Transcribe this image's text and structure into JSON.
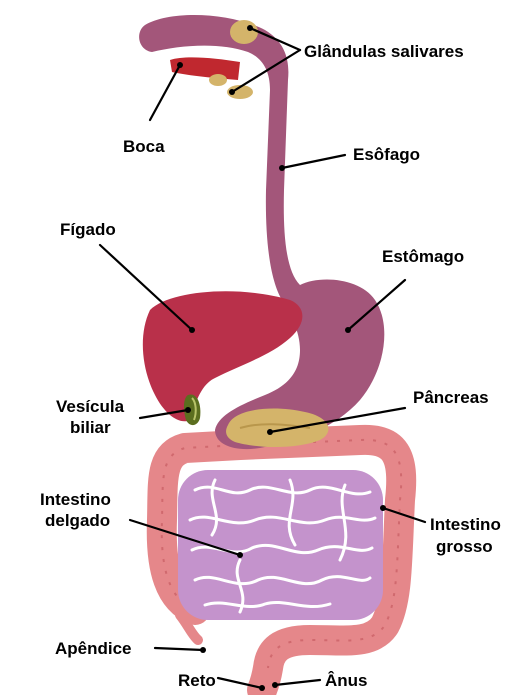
{
  "colors": {
    "esophagus_stomach": "#a3567a",
    "liver": "#b9304a",
    "gallbladder": "#5b6e1f",
    "gland": "#d4b46a",
    "large_intestine": "#e5878a",
    "small_intestine": "#c493cc",
    "mouth_red": "#c0282f"
  },
  "labels": {
    "salivary_glands": "Glândulas salivares",
    "mouth": "Boca",
    "esophagus": "Esôfago",
    "liver": "Fígado",
    "stomach": "Estômago",
    "gallbladder_line1": "Vesícula",
    "gallbladder_line2": "biliar",
    "pancreas": "Pâncreas",
    "small_intestine_line1": "Intestino",
    "small_intestine_line2": "delgado",
    "large_intestine_line1": "Intestino",
    "large_intestine_line2": "grosso",
    "appendix": "Apêndice",
    "rectum": "Reto",
    "anus": "Ânus"
  }
}
